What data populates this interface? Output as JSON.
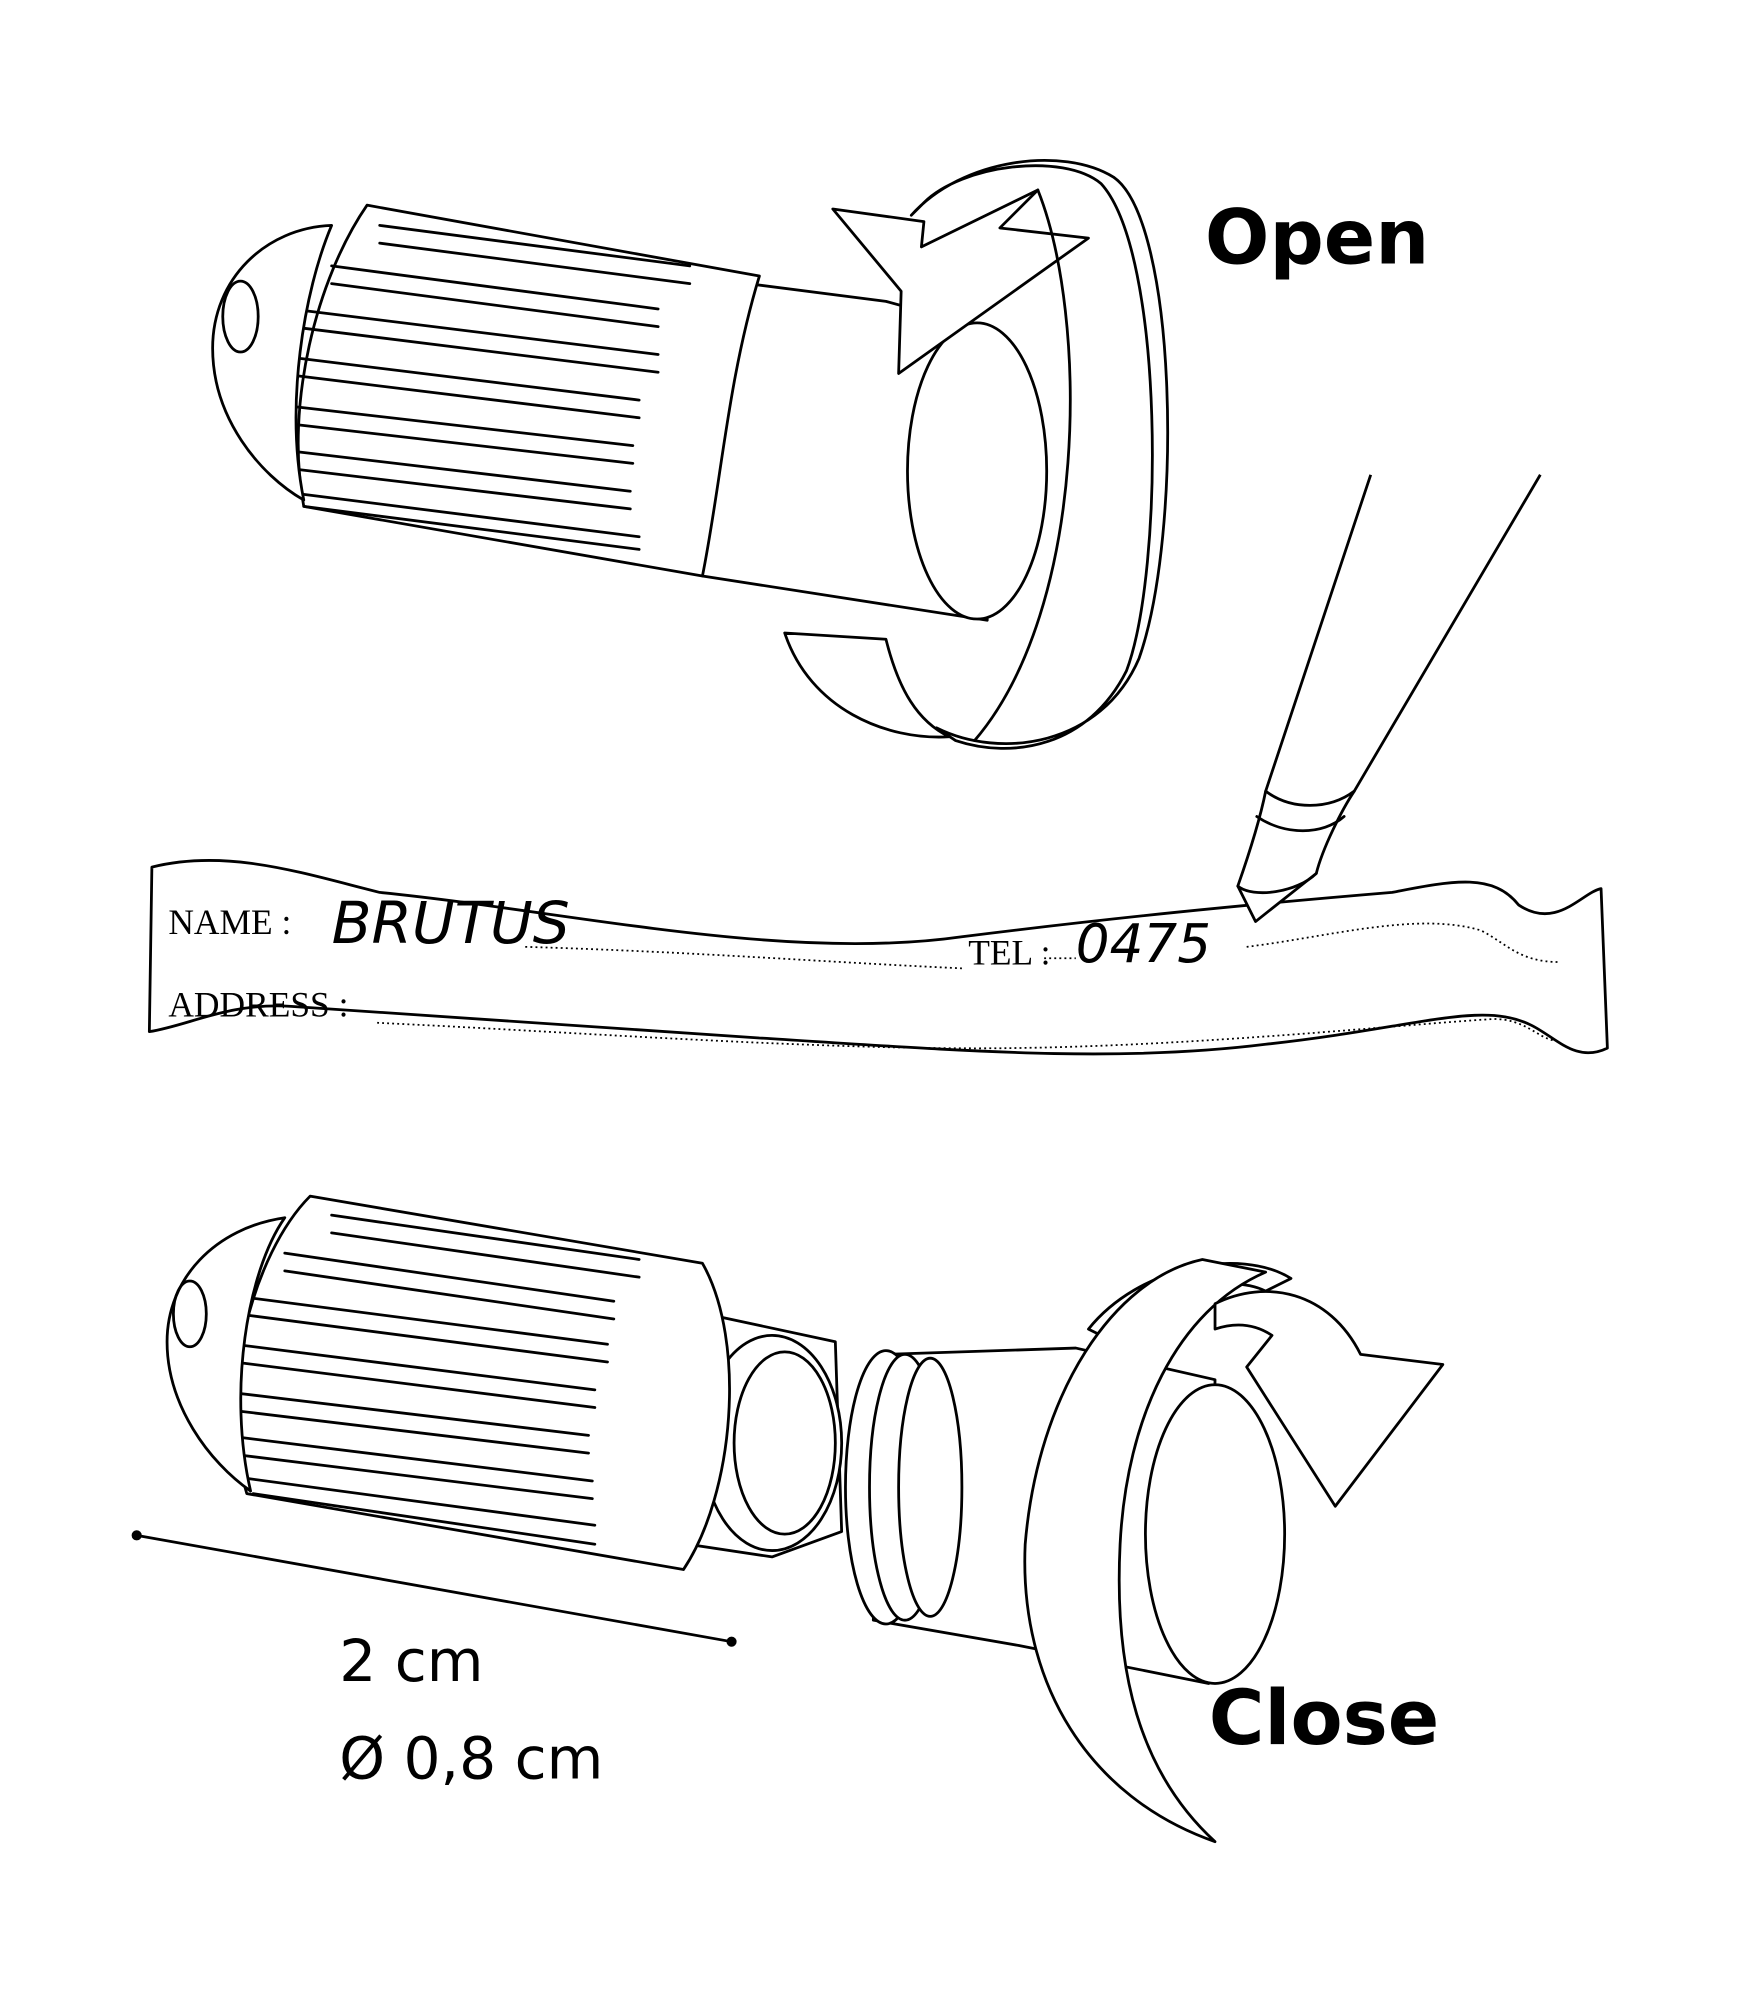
{
  "labels": {
    "open": "Open",
    "close": "Close"
  },
  "dimensions": {
    "length": "2 cm",
    "diameter": "Ø 0,8 cm"
  },
  "tag": {
    "name_label": "NAME :",
    "name_value": "BRUTUS",
    "tel_label": "TEL :",
    "tel_value": "0475",
    "address_label": "ADDRESS :"
  }
}
